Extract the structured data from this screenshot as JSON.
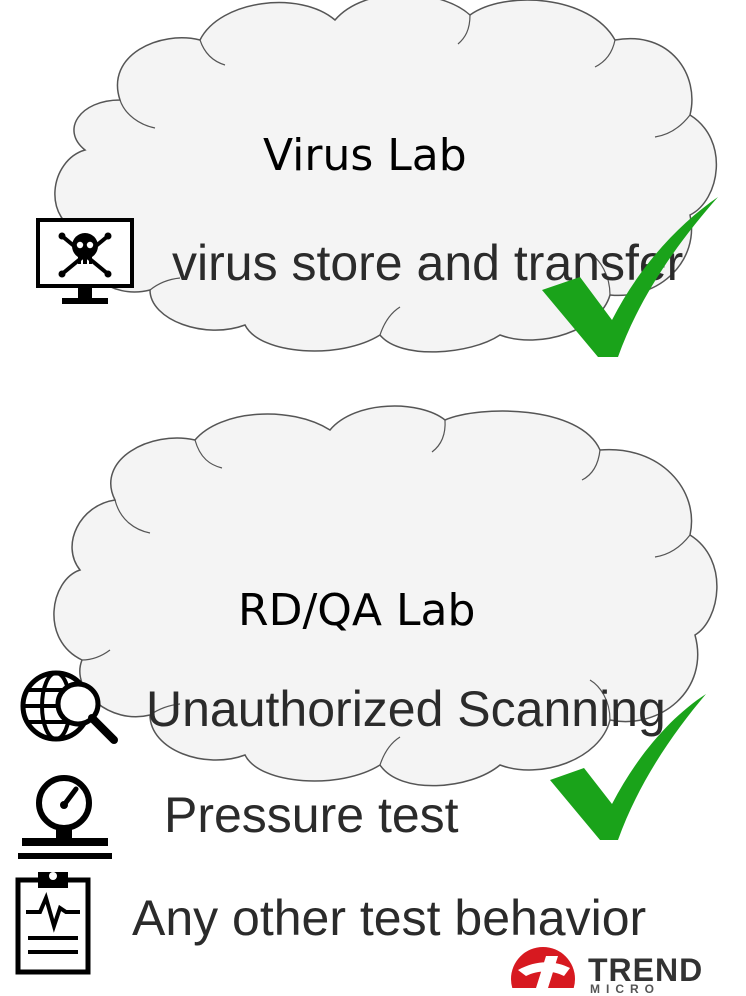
{
  "clouds": [
    {
      "title": "Virus Lab",
      "items": [
        {
          "icon": "skull-monitor-icon",
          "text": "virus store and transfer"
        }
      ],
      "status": "check-icon",
      "status_color": "#1aa31a"
    },
    {
      "title": "RD/QA Lab",
      "items": [
        {
          "icon": "globe-search-icon",
          "text": "Unauthorized Scanning"
        },
        {
          "icon": "pressure-gauge-icon",
          "text": "Pressure test"
        },
        {
          "icon": "clipboard-ekg-icon",
          "text": "Any other test behavior"
        }
      ],
      "status": "check-icon",
      "status_color": "#1aa31a"
    }
  ],
  "logo": {
    "text": "TREND",
    "sub": "MICRO",
    "color": "#d71920"
  },
  "colors": {
    "cloud_stroke": "#555555",
    "cloud_fill": "#f4f4f4",
    "text": "#2b2b2b"
  }
}
